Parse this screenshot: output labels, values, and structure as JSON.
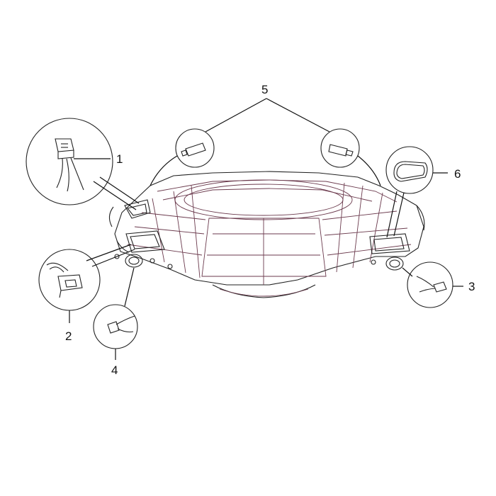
{
  "callouts": {
    "c1": "1",
    "c2": "2",
    "c3": "3",
    "c4": "4",
    "c5": "5",
    "c6": "6"
  },
  "colors": {
    "outline": "#111111",
    "panel_lines": "#6b3a4d"
  }
}
